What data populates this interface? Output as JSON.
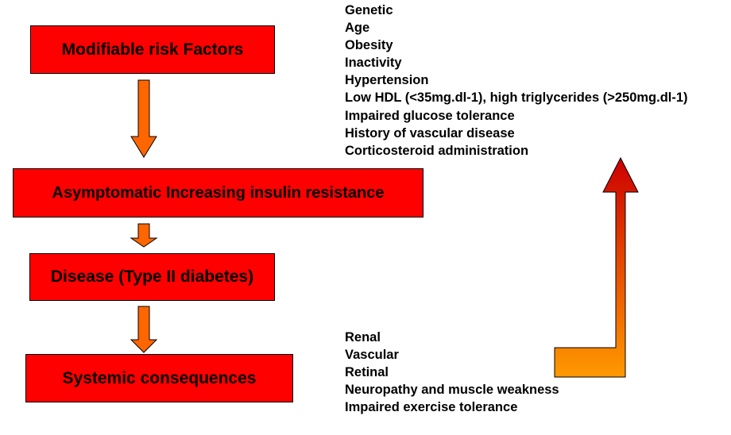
{
  "boxes": {
    "modifiable": "Modifiable risk Factors",
    "asymptomatic": "Asymptomatic Increasing insulin resistance",
    "disease": "Disease (Type II diabetes)",
    "systemic": "Systemic consequences"
  },
  "risk_factors": [
    "Genetic",
    "Age",
    "Obesity",
    "Inactivity",
    "Hypertension",
    "Low HDL (<35mg.dl-1), high triglycerides (>250mg.dl-1)",
    "Impaired glucose tolerance",
    "History of vascular disease",
    "Corticosteroid administration"
  ],
  "consequences": [
    "Renal",
    "Vascular",
    "Retinal",
    "Neuropathy and muscle weakness",
    "Impaired exercise tolerance"
  ],
  "colors": {
    "box_fill": "#ff0000",
    "arrow_orange": "#ff6600",
    "gradient_top": "#cc0000",
    "gradient_bottom": "#ff9900"
  }
}
